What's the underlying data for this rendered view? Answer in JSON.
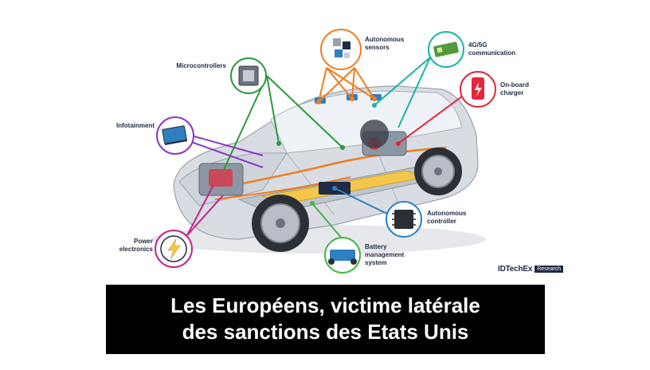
{
  "labels": {
    "autonomous_sensors": "Autonomous\nsensors",
    "comm": "4G/5G\ncommunication",
    "microcontrollers": "Microcontrollers",
    "charger": "On-board\ncharger",
    "infotainment": "Infotainment",
    "autonomous_controller": "Autonomous\ncontroller",
    "power_electronics": "Power\nelectronics",
    "battery_management": "Battery\nmanagement\nsystem"
  },
  "brand": {
    "name": "IDTechEx",
    "tag": "Research"
  },
  "banner": {
    "line1": "Les Européens, victime latérale",
    "line2": "des sanctions des Etats Unis"
  },
  "colors": {
    "orange": "#f07c1e",
    "teal": "#18b5a5",
    "green": "#2a9a3c",
    "red": "#e3263a",
    "purple": "#8a39c2",
    "blue": "#2f7fc1",
    "magenta": "#c2258a",
    "lime": "#44b649",
    "navy": "#1f2a44"
  }
}
